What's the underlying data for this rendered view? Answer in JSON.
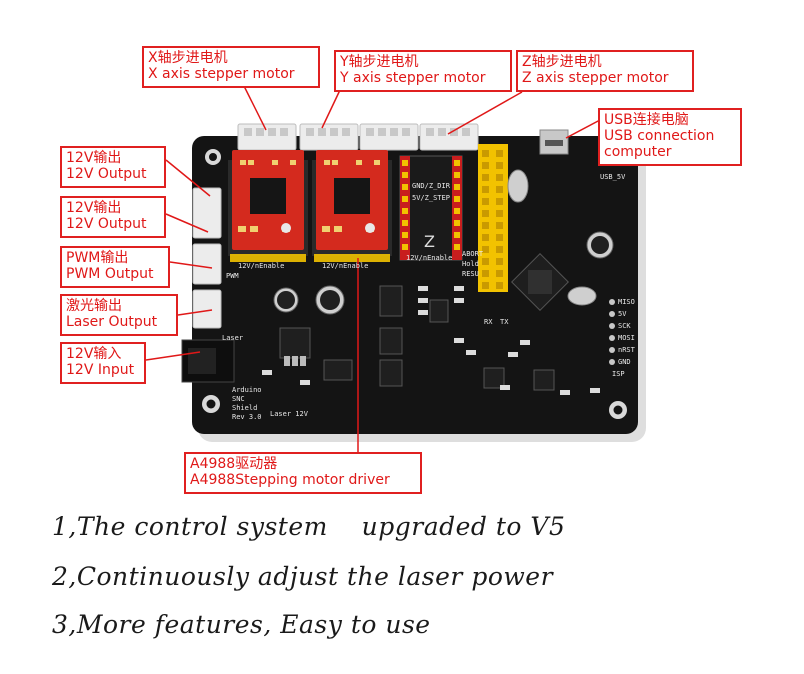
{
  "callouts": {
    "x_motor": {
      "cn": "X轴步进电机",
      "en": "X axis stepper motor"
    },
    "y_motor": {
      "cn": "Y轴步进电机",
      "en": "Y axis stepper motor"
    },
    "z_motor": {
      "cn": "Z轴步进电机",
      "en": "Z axis stepper motor"
    },
    "usb": {
      "cn": "USB连接电脑",
      "en1": "USB connection",
      "en2": "computer"
    },
    "out12v_1": {
      "cn": "12V输出",
      "en": "12V Output"
    },
    "out12v_2": {
      "cn": "12V输出",
      "en": "12V Output"
    },
    "pwm": {
      "cn": "PWM输出",
      "en": "PWM Output"
    },
    "laser": {
      "cn": "激光输出",
      "en": "Laser Output"
    },
    "in12v": {
      "cn": "12V输入",
      "en": "12V Input"
    },
    "driver": {
      "cn": "A4988驱动器",
      "en": "A4988Stepping motor driver"
    }
  },
  "board_labels": {
    "z_letter": "Z",
    "enable1": "12V/nEnable",
    "enable2": "12V/nEnable",
    "enable3": "12V/nEnable",
    "gnd_dir": "GND/Z_DIR",
    "step": "5V/Z_STEP",
    "rx": "RX",
    "tx": "TX",
    "usb5v": "USB_5V",
    "miso": "MISO",
    "v5": "5V",
    "sck": "SCK",
    "mosi": "MOSI",
    "nrst": "nRST",
    "gnd": "GND",
    "isp": "ISP",
    "arduino1": "Arduino",
    "arduino2": "SNC",
    "arduino3": "Shield",
    "arduino4": "Rev 3.0",
    "laser12v": "Laser 12V",
    "laser_lbl": "Laser",
    "pwm_lbl": "PWM",
    "side1": "Hold",
    "side2": "RESU",
    "side3": "ABORT"
  },
  "features": [
    "1,The control system    upgraded to V5",
    "2,Continuously adjust the laser power",
    "3,More features, Easy to use"
  ],
  "colors": {
    "callout_red": "#e01818",
    "pcb_black": "#141414",
    "driver_red": "#d42a1e",
    "header_yellow": "#f2c200",
    "connector_white": "#ececec"
  }
}
